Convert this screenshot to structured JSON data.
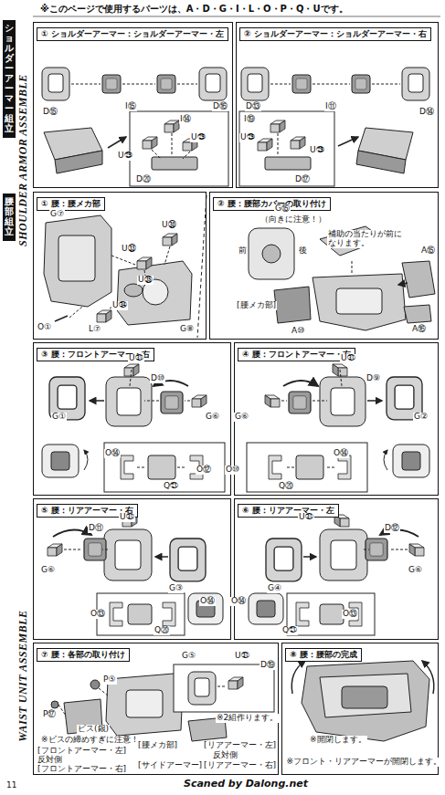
{
  "diagram": {
    "title": "※このページで使用するパーツは、A・D・G・I・L・O・P・Q・Uです。",
    "nodes": [
      {
        "text": [
          "ショルダーアーマー組立"
        ]
      },
      {
        "text": [
          "① ショルダーアーマー：ショルダーアーマー・左"
        ]
      },
      {
        "text": [
          "② ショルダーアーマー：ショルダーアーマー・右"
        ]
      },
      {
        "text": [
          "腰部組立"
        ]
      },
      {
        "text": [
          "① 腰：腰メカ部"
        ]
      },
      {
        "text": [
          "② 腰：腰部カバーの取り付け"
        ]
      },
      {
        "text": [
          "③ 腰：フロントアーマー・右"
        ]
      },
      {
        "text": [
          "④ 腰：フロントアーマー・左"
        ]
      },
      {
        "text": [
          "⑤ 腰：リアアーマー・右"
        ]
      },
      {
        "text": [
          "⑥ 腰：リアアーマー・左"
        ]
      },
      {
        "text": [
          "⑦ 腰：各部の取り付け"
        ]
      },
      {
        "text": [
          "⑧ 腰：腰部の完成"
        ]
      }
    ],
    "labels": [
      "SHOULDER ARMOR ASSEMBLE",
      "D⑮",
      "I⑮",
      "D⑯",
      "I⑭",
      "U㉙",
      "U㉙",
      "D⑳",
      "D⑬",
      "I⑪",
      "D⑭",
      "I⑲",
      "U㉙",
      "U㉙",
      "D⑰",
      "G⑦",
      "U㉚",
      "U㉝",
      "U㉟",
      "U㉞",
      "L⑦",
      "O①",
      "G⑧",
      "G⑮",
      "（向きに注意！）",
      "前",
      "後",
      "補助の当たりが前になります。",
      "A⑮",
      "[腰メカ部]",
      "A⑩",
      "A⑯",
      "U㉛",
      "D⑩",
      "G⑥",
      "G①",
      "O⑭",
      "O⑫",
      "Q㉑",
      "U㉛",
      "D⑨",
      "G⑥",
      "G②",
      "O⑭",
      "O⑩",
      "Q⑳",
      "D⑪",
      "U㉛",
      "G⑥",
      "G③",
      "O⑬",
      "O⑭",
      "Q⑳",
      "U㉛",
      "D⑫",
      "G④",
      "G⑥",
      "O⑭",
      "O⑬",
      "Q㉑",
      "G⑤",
      "U㉛",
      "D⑲",
      "※2組作ります。",
      "P⑤",
      "P⑰",
      "ビス(銀)",
      "※ビスの締めすぎに注意！",
      "[フロントアーマー・左]",
      "反対側",
      "[フロントアーマー・右]",
      "[腰メカ部]",
      "[サイドアーマー]",
      "[リアアーマー・左]",
      "反対側",
      "[リアアーマー・右]",
      "※開閉します。",
      "※フロント・リアアーマーが開閉します。",
      "WAIST UNIT ASSEMBLE",
      "11",
      "Scaned by Dalong.net"
    ]
  }
}
